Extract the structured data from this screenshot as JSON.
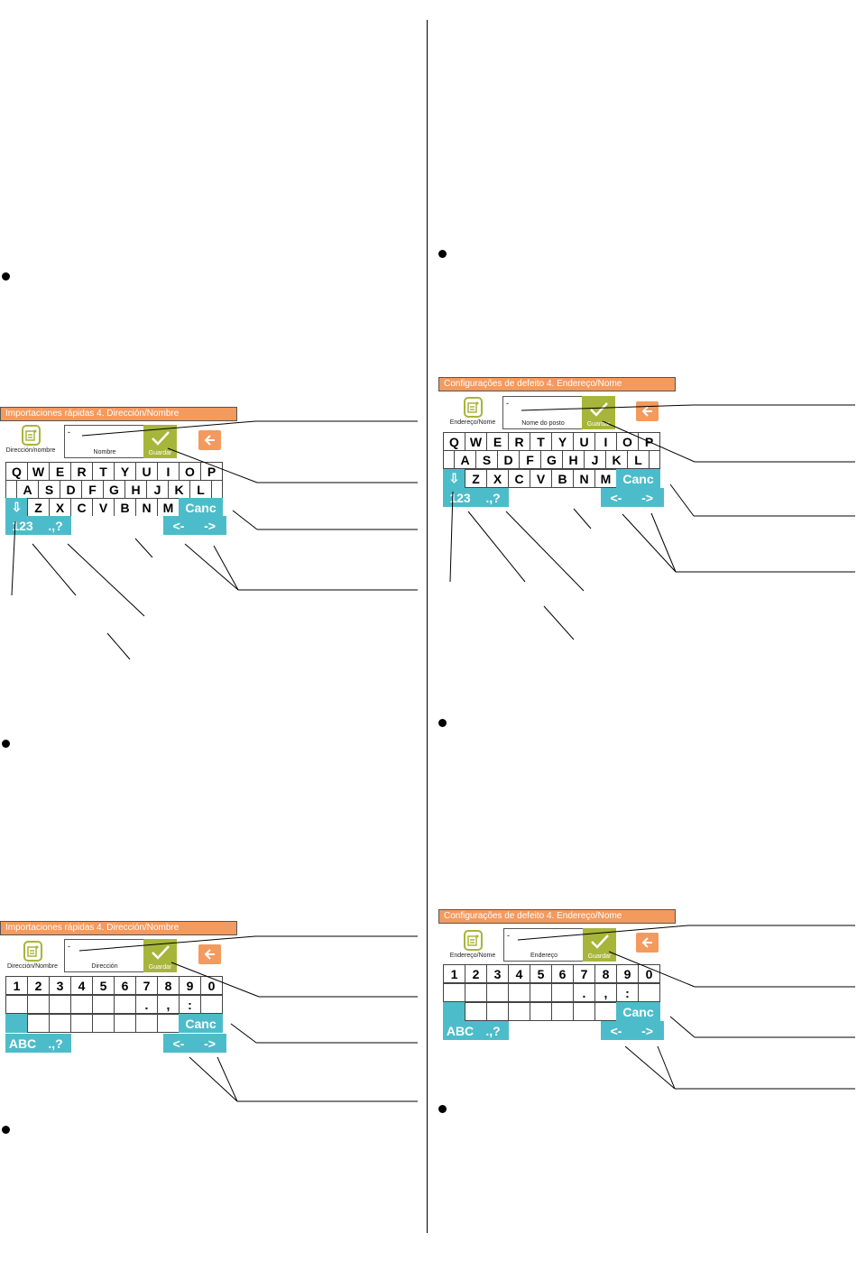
{
  "screens": [
    {
      "title": "Importaciones rápidas 4. Dirección/Nombre",
      "icon_label": "Dirección/nombre",
      "field_name": "Nombre",
      "cursor": "-",
      "save_label": "Guardar",
      "row1": [
        "Q",
        "W",
        "E",
        "R",
        "T",
        "Y",
        "U",
        "I",
        "O",
        "P"
      ],
      "row2": [
        "A",
        "S",
        "D",
        "F",
        "G",
        "H",
        "J",
        "K",
        "L"
      ],
      "row3": [
        "Z",
        "X",
        "C",
        "V",
        "B",
        "N",
        "M"
      ],
      "cancel_label": "Canc",
      "shift_label": "⇩",
      "mode_label": "123",
      "punct_label": ".,?",
      "left_label": "<-",
      "right_label": "->"
    },
    {
      "title": "Configurações de defeito 4. Endereço/Nome",
      "icon_label": "Endereço/Nome",
      "field_name": "Nome do posto",
      "cursor": "-",
      "save_label": "Guardar",
      "row1": [
        "Q",
        "W",
        "E",
        "R",
        "T",
        "Y",
        "U",
        "I",
        "O",
        "P"
      ],
      "row2": [
        "A",
        "S",
        "D",
        "F",
        "G",
        "H",
        "J",
        "K",
        "L"
      ],
      "row3": [
        "Z",
        "X",
        "C",
        "V",
        "B",
        "N",
        "M"
      ],
      "cancel_label": "Canc",
      "shift_label": "⇩",
      "mode_label": "123",
      "punct_label": ".,?",
      "left_label": "<-",
      "right_label": "->"
    },
    {
      "title": "Importaciones rápidas 4. Dirección/Nombre",
      "icon_label": "Dirección/Nombre",
      "field_name": "Dirección",
      "cursor": "-",
      "save_label": "Guardar",
      "row1": [
        "1",
        "2",
        "3",
        "4",
        "5",
        "6",
        "7",
        "8",
        "9",
        "0"
      ],
      "row2": [
        "",
        "",
        "",
        "",
        "",
        "",
        ".",
        ",",
        ":",
        ""
      ],
      "cancel_label": "Canc",
      "mode_label": "ABC",
      "punct_label": ".,?",
      "left_label": "<-",
      "right_label": "->"
    },
    {
      "title": "Configurações de defeito 4. Endereço/Nome",
      "icon_label": "Endereço/Nome",
      "field_name": "Endereço",
      "cursor": "-",
      "save_label": "Guardar",
      "row1": [
        "1",
        "2",
        "3",
        "4",
        "5",
        "6",
        "7",
        "8",
        "9",
        "0"
      ],
      "row2": [
        "",
        "",
        "",
        "",
        "",
        "",
        ".",
        ",",
        ":",
        ""
      ],
      "cancel_label": "Canc",
      "mode_label": "ABC",
      "punct_label": ".,?",
      "left_label": "<-",
      "right_label": "->"
    }
  ],
  "colors": {
    "title_orange": "#f39a5e",
    "save_green": "#a7b53a",
    "key_blue": "#4dbcca"
  },
  "icons": [
    "document-icon",
    "checkmark-icon",
    "back-arrow-icon",
    "bullet-icon"
  ]
}
